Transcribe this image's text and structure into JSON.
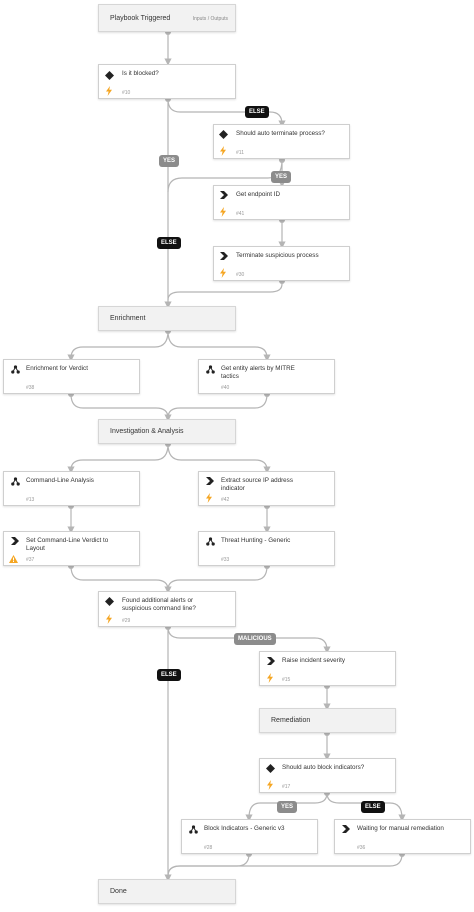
{
  "nodes": {
    "start": {
      "title": "Playbook Triggered",
      "sub": "Inputs / Outputs"
    },
    "blocked": {
      "title": "Is it blocked?",
      "id": "#10",
      "icon": "condition-icon"
    },
    "auto_terminate": {
      "title": "Should auto terminate process?",
      "id": "#11",
      "icon": "condition-icon"
    },
    "endpoint_id": {
      "title": "Get endpoint ID",
      "id": "#41",
      "icon": "command-icon"
    },
    "terminate": {
      "title": "Terminate suspicious process",
      "id": "#30",
      "icon": "command-icon"
    },
    "enrichment": {
      "title": "Enrichment"
    },
    "verdict": {
      "title": "Enrichment for Verdict",
      "id": "#38",
      "icon": "playbook-icon"
    },
    "mitre": {
      "title1": "Get entity alerts by MITRE",
      "title2": "tactics",
      "id": "#40",
      "icon": "playbook-icon"
    },
    "investigation": {
      "title": "Investigation & Analysis"
    },
    "cmd_analysis": {
      "title": "Command-Line Analysis",
      "id": "#13",
      "icon": "playbook-icon"
    },
    "extract_ip": {
      "title1": "Extract source IP address",
      "title2": "indicator",
      "id": "#42",
      "icon": "command-icon"
    },
    "set_verdict": {
      "title1": "Set Command-Line Verdict to",
      "title2": "Layout",
      "id": "#37",
      "icon": "command-icon"
    },
    "threat_hunting": {
      "title": "Threat Hunting - Generic",
      "id": "#33",
      "icon": "playbook-icon"
    },
    "found_alerts": {
      "title1": "Found additional alerts or",
      "title2": "suspicious command line?",
      "id": "#29",
      "icon": "condition-icon"
    },
    "raise_severity": {
      "title": "Raise incident severity",
      "id": "#15",
      "icon": "command-icon"
    },
    "remediation": {
      "title": "Remediation"
    },
    "auto_block": {
      "title": "Should auto block indicators?",
      "id": "#17",
      "icon": "condition-icon"
    },
    "block_indicators": {
      "title": "Block Indicators - Generic v3",
      "id": "#28",
      "icon": "playbook-icon"
    },
    "waiting": {
      "title": "Waiting for manual remediation",
      "id": "#36",
      "icon": "command-icon"
    },
    "done": {
      "title": "Done"
    }
  },
  "labels": {
    "else1": "ELSE",
    "yes1": "YES",
    "yes2": "YES",
    "else2": "ELSE",
    "malicious": "MALICIOUS",
    "else3": "ELSE",
    "yes3": "YES",
    "else4": "ELSE"
  },
  "colors": {
    "edge": "#b5b5b5",
    "bolt": "#f5a623",
    "warning": "#f5a623",
    "icon": "#222222",
    "section_bg": "#f2f2f2"
  }
}
